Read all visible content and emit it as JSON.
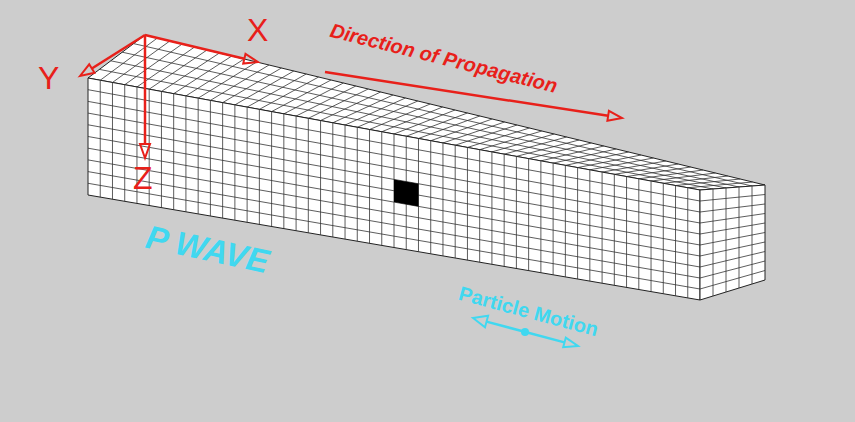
{
  "diagram": {
    "labels": [
      "X",
      "Y",
      "Z",
      "Direction of Propagation",
      "P WAVE",
      "Particle Motion"
    ]
  }
}
